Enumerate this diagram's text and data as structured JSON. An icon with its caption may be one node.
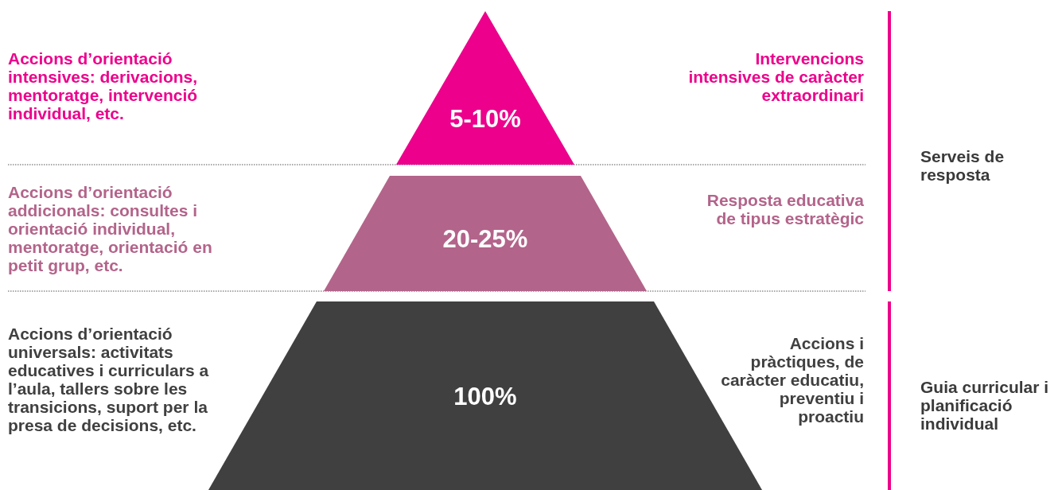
{
  "diagram": {
    "nodes": [
      {
        "text": [
          "5-10%"
        ]
      },
      {
        "text": [
          "20-25%"
        ]
      },
      {
        "text": [
          "100%"
        ]
      }
    ],
    "edges": [],
    "labels": [
      "Accions d’orientació intensives: derivacions, mentoratge, intervenció individual, etc.",
      "Intervencions intensives de caràcter extraordinari",
      "Serveis de resposta",
      "Accions d’orientació addicionals: consultes i orientació individual, mentoratge, orientació en petit grup, etc.",
      "Resposta educativa de tipus estratègic",
      "Accions d’orientació universals: activitats educatives i curriculars a l’aula, tallers sobre les transicions, suport per la presa de decisions, etc.",
      "Accions i pràctiques, de caràcter educatiu, preventiu i proactiu",
      "Guia curricular i planificació individual"
    ]
  }
}
